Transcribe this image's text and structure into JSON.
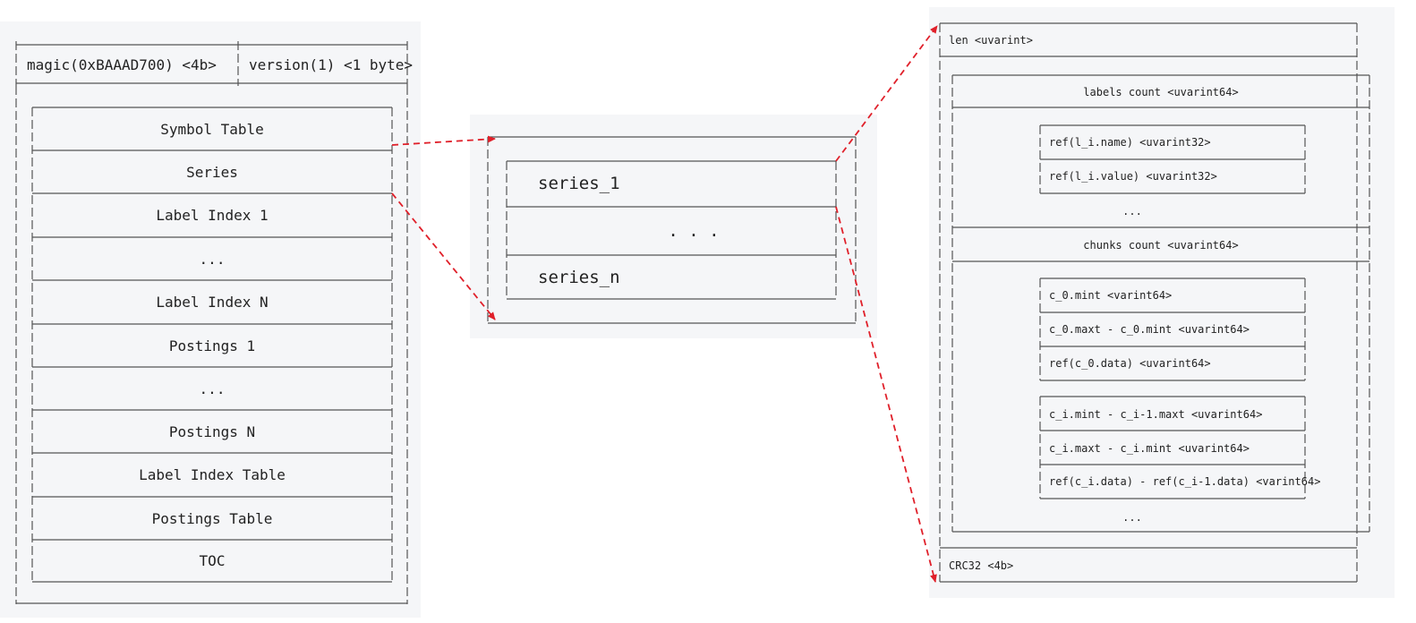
{
  "index_format": {
    "header": {
      "magic": "magic(0xBAAAD700) <4b>",
      "version": "version(1) <1 byte>"
    },
    "sections": [
      "Symbol Table",
      "Series",
      "Label Index 1",
      "...",
      "Label Index N",
      "Postings 1",
      "...",
      "Postings N",
      "Label Index Table",
      "Postings Table",
      "TOC"
    ]
  },
  "series_section": {
    "entries": [
      "series_1",
      ". . .",
      "series_n"
    ]
  },
  "series_entry": {
    "len": "len <uvarint>",
    "labels_count": "labels count <uvarint64>",
    "label_refs": [
      "ref(l_i.name) <uvarint32>",
      "ref(l_i.value) <uvarint32>"
    ],
    "labels_ellipsis": "...",
    "chunks_count": "chunks count <uvarint64>",
    "chunk_first": [
      "c_0.mint <varint64>",
      "c_0.maxt - c_0.mint <uvarint64>",
      "ref(c_0.data) <uvarint64>"
    ],
    "chunk_i": [
      "c_i.mint - c_i-1.maxt <uvarint64>",
      "c_i.maxt - c_i.mint <uvarint64>",
      "ref(c_i.data) - ref(c_i-1.data) <varint64>"
    ],
    "chunks_ellipsis": "...",
    "crc": "CRC32 <4b>"
  },
  "colors": {
    "panel": "#f5f6f8",
    "line": "#555555",
    "arrow": "#e0202a"
  }
}
